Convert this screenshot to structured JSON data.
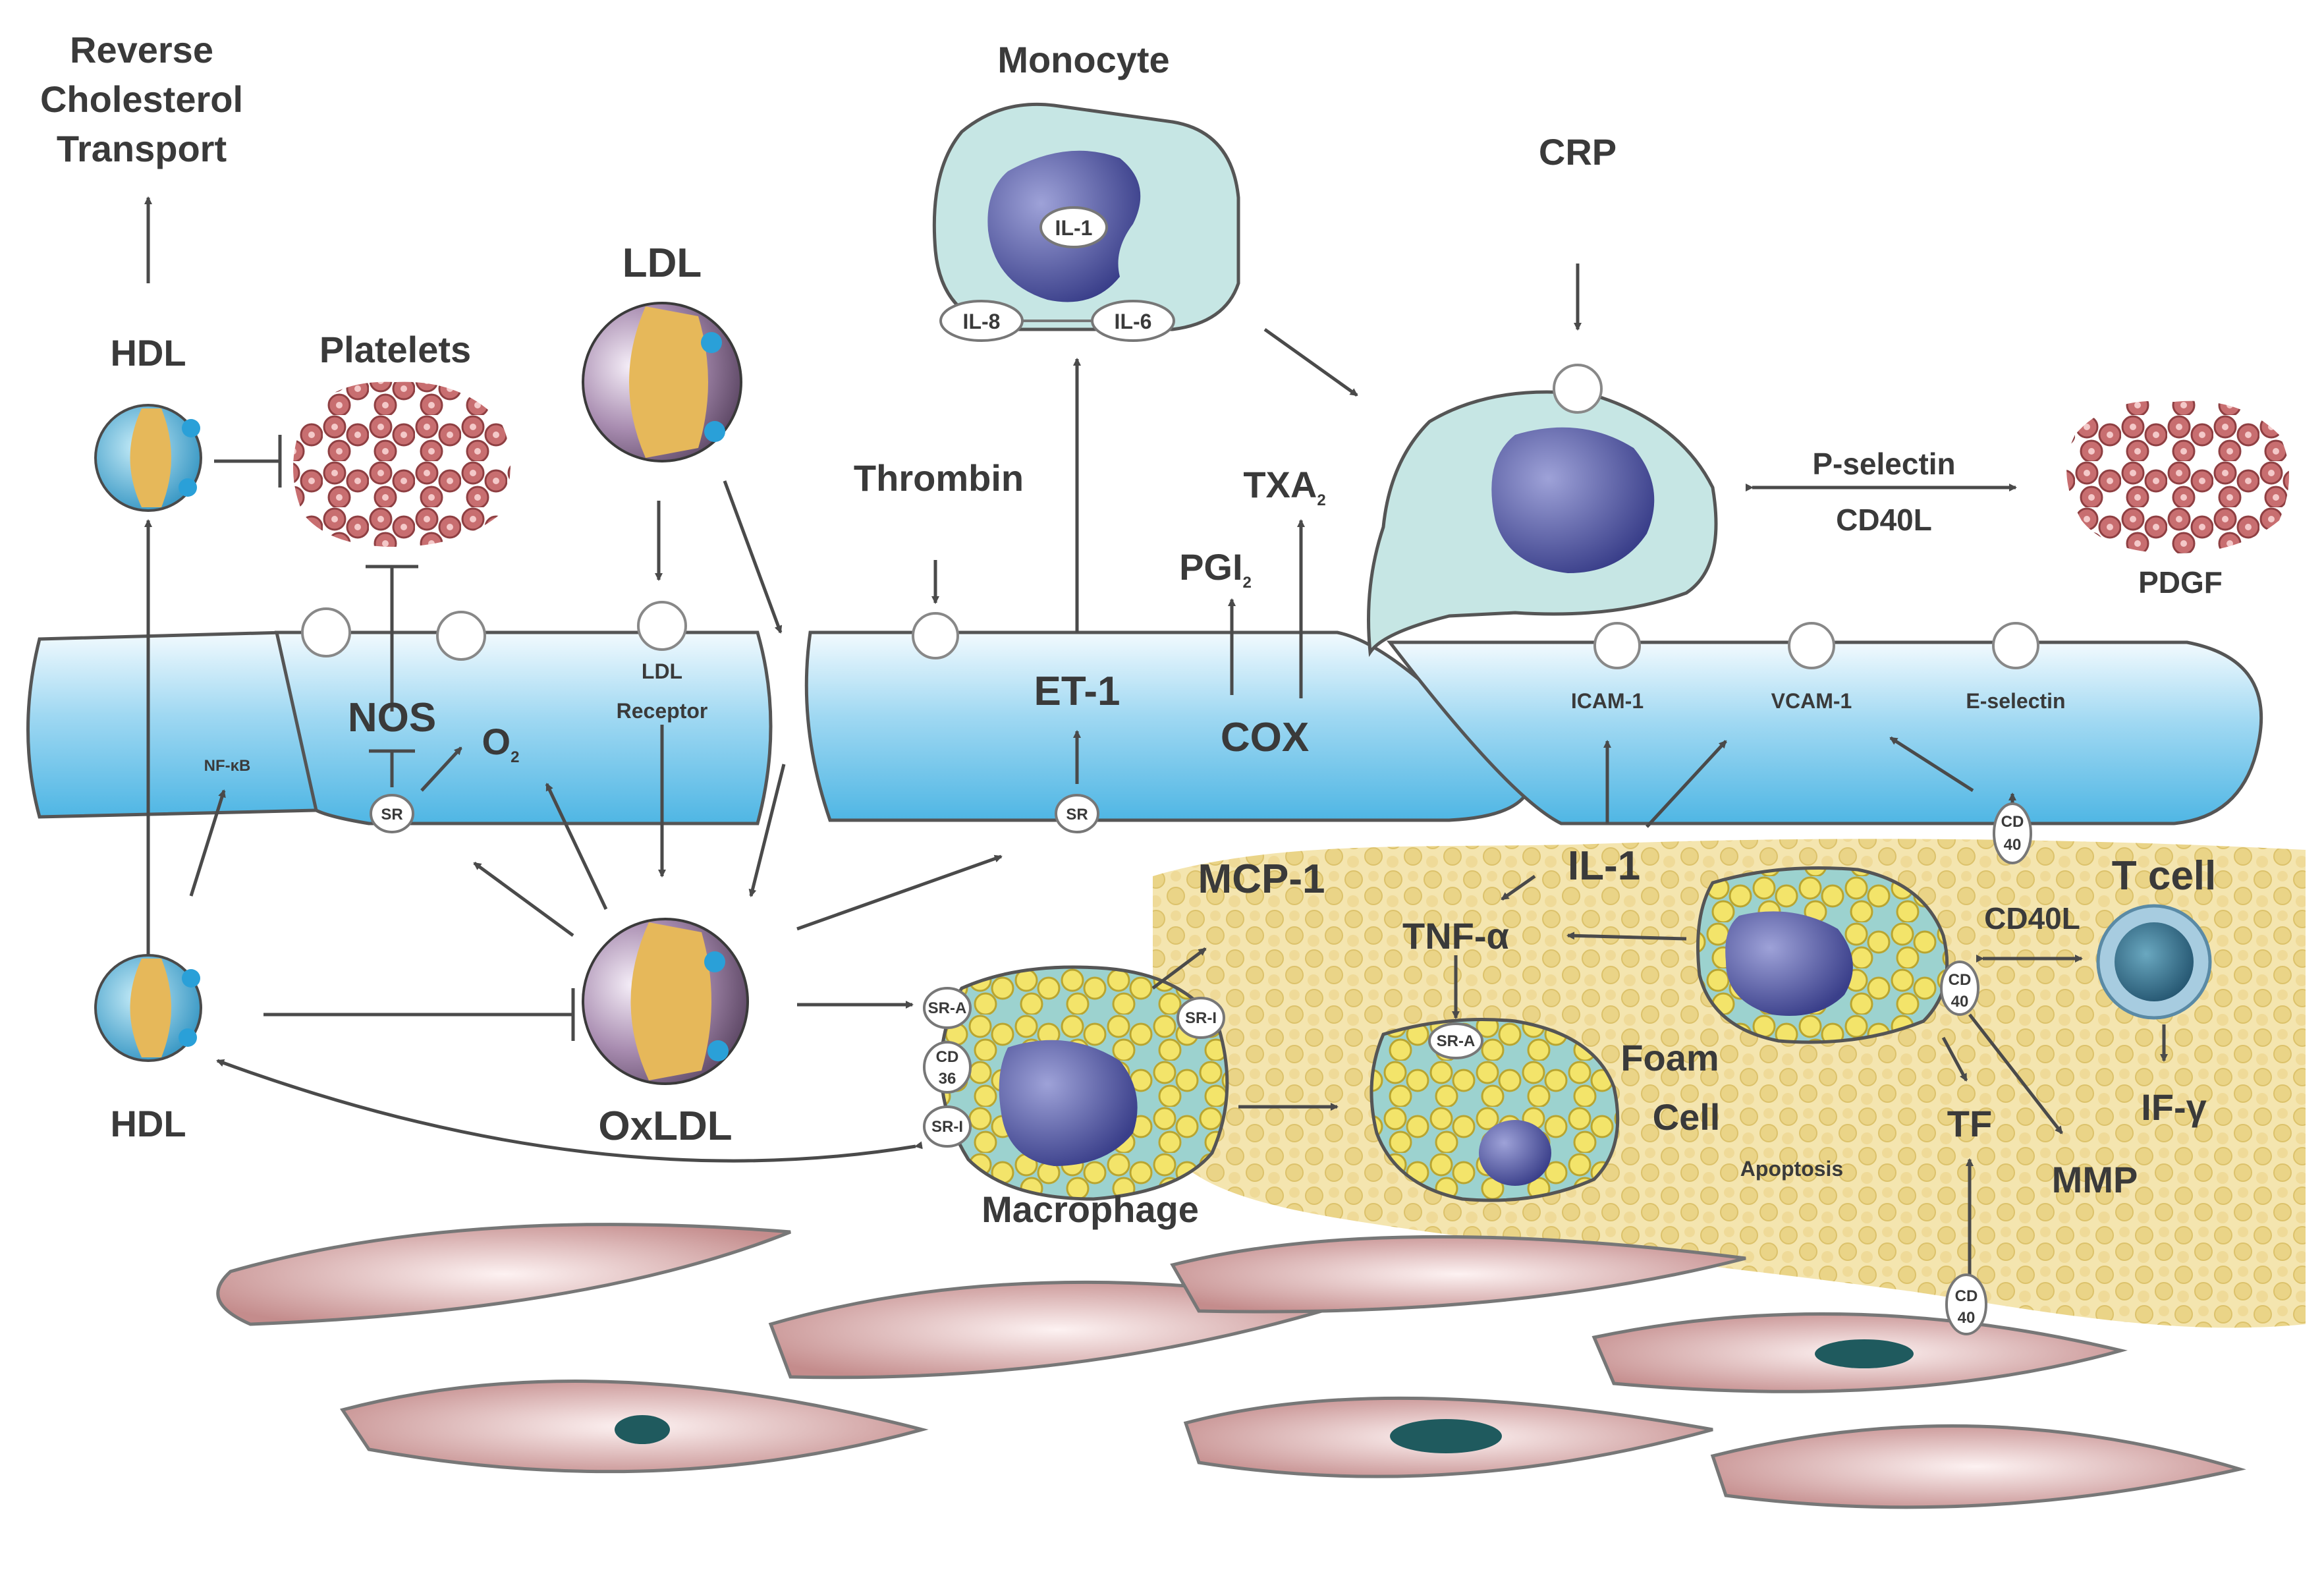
{
  "labels": {
    "reverse_cholesterol_transport": [
      "Reverse",
      "Cholesterol",
      "Transport"
    ],
    "hdl_top": "HDL",
    "hdl_bottom": "HDL",
    "platelets": "Platelets",
    "ldl": "LDL",
    "oxldl": "OxLDL",
    "monocyte": "Monocyte",
    "il1_monocyte": "IL-1",
    "il8": "IL-8",
    "il6": "IL-6",
    "crp": "CRP",
    "thrombin": "Thrombin",
    "txa": "TXA",
    "txa_sub": "2",
    "pgi": "PGI",
    "pgi_sub": "2",
    "p_selectin": "P-selectin",
    "cd40l_top": "CD40L",
    "pdgf": "PDGF",
    "nos": "NOS",
    "o2": "O",
    "o2_sub": "2",
    "nfkb": "NF-κB",
    "sr1": "SR",
    "sr2": "SR",
    "ldl_receptor": [
      "LDL",
      "Receptor"
    ],
    "et1": "ET-1",
    "cox": "COX",
    "icam1": "ICAM-1",
    "vcam1": "VCAM-1",
    "e_selectin": "E-selectin",
    "cd40_upper": [
      "CD",
      "40"
    ],
    "mcp1": "MCP-1",
    "il1_lower": "IL-1",
    "tnf": "TNF-α",
    "t_cell": "T cell",
    "cd40l_mid": "CD40L",
    "cd40_mid": [
      "CD",
      "40"
    ],
    "sr_a": "SR-A",
    "cd36": [
      "CD",
      "36"
    ],
    "ssr1": "SR-I",
    "ssr2": "SR-I",
    "sr_a_foam": "SR-A",
    "foam_cell": [
      "Foam",
      "Cell"
    ],
    "apoptosis": "Apoptosis",
    "tf": "TF",
    "if_gamma": "IF-γ",
    "mmp": "MMP",
    "macrophage": "Macrophage",
    "cd40_lower": [
      "CD",
      "40"
    ]
  },
  "colors": {
    "endothelium": "#8fd0f0",
    "endothelium_light": "#e8f6fc",
    "platelet": "#c0686a",
    "lipid": "#f0d878",
    "nucleus": "#5a5fa8",
    "smooth_muscle": "#d8a8a8",
    "cell_cytoplasm": "#bfe4e4",
    "dark_nucleus": "#1f5a5e"
  }
}
